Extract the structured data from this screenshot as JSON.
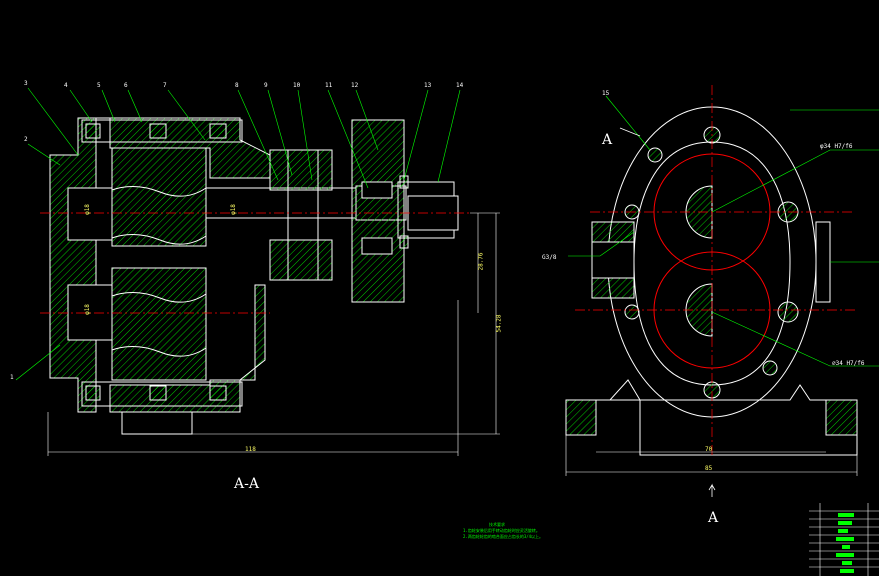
{
  "views": {
    "section_title": "A-A",
    "side_title": "A",
    "side_arrow_label": "A",
    "side_cut_label": "A"
  },
  "part_numbers_left": [
    "3",
    "4",
    "5",
    "6",
    "7",
    "8",
    "9",
    "10",
    "11",
    "12",
    "13",
    "14"
  ],
  "part_numbers_side": [
    "2",
    "1"
  ],
  "side_part_number": "15",
  "dimensions": {
    "overall_width_left": "118",
    "height_a": "28.76",
    "height_b": "54.28",
    "overall_width_side": "85",
    "base_width_side": "70",
    "thread_label": "G3/8",
    "bore_top": "φ34 H7/f6",
    "bore_bottom": "∅34 H7/f6",
    "shaft_top": "φ18",
    "shaft_bottom": "φ18",
    "shaft_right": "φ18"
  },
  "notes": {
    "title": "技术要求",
    "lines": [
      "1.齿轮安装后用手转动齿轮时应灵活旋转。",
      "2.两齿轮轮齿的啮合面应占齿长的3/4以上。"
    ]
  },
  "colors": {
    "outline": "#ffffff",
    "hatch": "#00ff00",
    "center": "#ff0000",
    "leader": "#00ff00",
    "dim_text": "#ffff66"
  }
}
